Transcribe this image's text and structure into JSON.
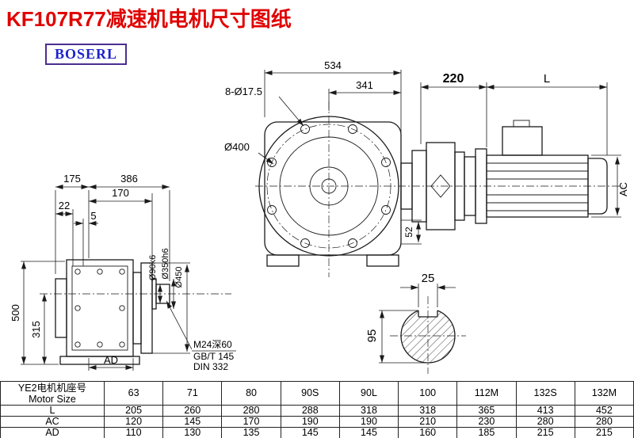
{
  "page": {
    "title": "KF107R77减速机电机尺寸图纸",
    "brand": "BOSERL"
  },
  "front_view": {
    "dim_534": "534",
    "dim_341": "341",
    "dim_bolt_holes": "8-Ø17.5",
    "dim_bolt_circle": "Ø400",
    "dim_220": "220",
    "dim_L": "L",
    "dim_AC": "AC",
    "dim_52": "52"
  },
  "side_view": {
    "dim_175": "175",
    "dim_386": "386",
    "dim_170": "170",
    "dim_22": "22",
    "dim_5": "5",
    "dim_500": "500",
    "dim_315": "315",
    "dim_shaft": "Ø90k6",
    "dim_spigot": "Ø350h6",
    "dim_flange": "Ø450",
    "dim_AD": "AD",
    "note_tap": "M24深60",
    "note_std1": "GB/T 145",
    "note_std2": "DIN 332"
  },
  "shaft_section": {
    "dim_key_width": "25",
    "dim_dia": "95"
  },
  "table": {
    "header_cn": "YE2电机机座号",
    "header_en": "Motor Size",
    "sizes": [
      "63",
      "71",
      "80",
      "90S",
      "90L",
      "100",
      "112M",
      "132S",
      "132M"
    ],
    "rows": [
      {
        "label": "L",
        "values": [
          "205",
          "260",
          "280",
          "288",
          "318",
          "318",
          "365",
          "413",
          "452"
        ]
      },
      {
        "label": "AC",
        "values": [
          "120",
          "145",
          "170",
          "190",
          "190",
          "210",
          "230",
          "280",
          "280"
        ]
      },
      {
        "label": "AD",
        "values": [
          "110",
          "130",
          "135",
          "145",
          "145",
          "160",
          "185",
          "215",
          "215"
        ]
      }
    ]
  }
}
